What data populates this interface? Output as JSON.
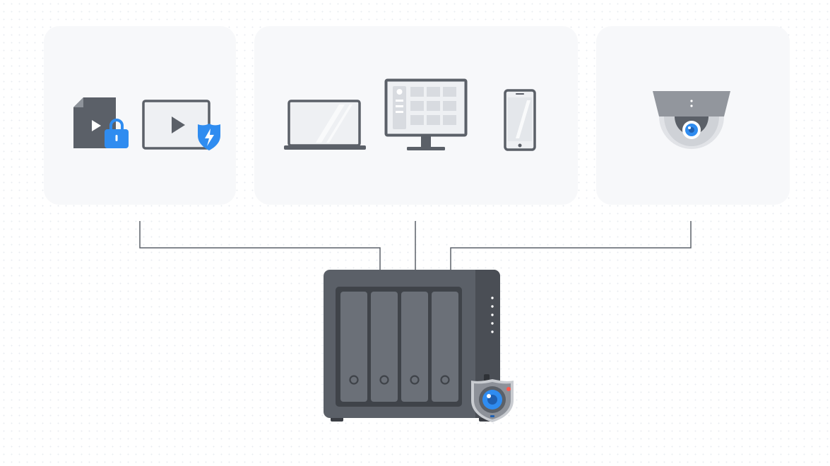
{
  "colors": {
    "background": "#ffffff",
    "dot_grid": "#e9ecf1",
    "panel": "#f7f8fa",
    "device_gray": "#5b6068",
    "device_dark": "#4a4e55",
    "accent_blue": "#2f8cf0",
    "connector_line": "#5b6068"
  },
  "groups": [
    {
      "id": "media-protection",
      "icons": [
        "locked-video-file-icon",
        "protected-video-player-icon"
      ]
    },
    {
      "id": "client-devices",
      "icons": [
        "laptop-icon",
        "desktop-monitor-icon",
        "smartphone-icon"
      ]
    },
    {
      "id": "ip-camera",
      "icons": [
        "dome-camera-icon"
      ]
    }
  ],
  "hub": {
    "id": "nas-server",
    "icons": [
      "nas-server-icon",
      "surveillance-camera-badge-icon"
    ],
    "drive_bays": 4
  }
}
